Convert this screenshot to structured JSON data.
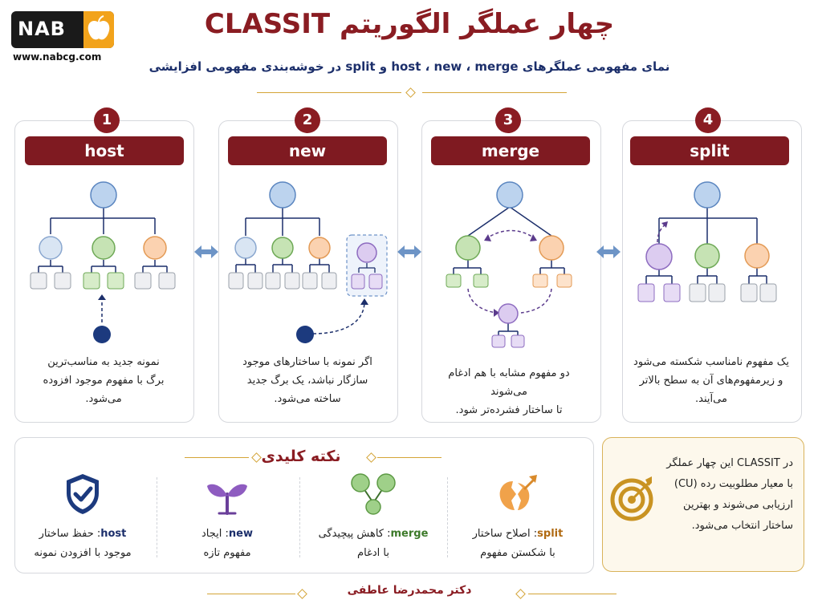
{
  "logo": {
    "text": "NAB",
    "url": "www.nabcg.com"
  },
  "header": {
    "title": "چهار عملگر الگوریتم CLASSIT",
    "subtitle": "نمای مفهومی عملگرهای host ، new ، merge و split در خوشه‌بندی مفهومی افزایشی"
  },
  "panels": [
    {
      "number": "1",
      "name": "host",
      "desc": [
        "نمونه جدید به مناسب‌ترین",
        "برگ با مفهوم موجود افزوده می‌شود."
      ]
    },
    {
      "number": "2",
      "name": "new",
      "desc": [
        "اگر نمونه با ساختارهای موجود",
        "سازگار نباشد، یک برگ جدید",
        "ساخته می‌شود."
      ]
    },
    {
      "number": "3",
      "name": "merge",
      "desc": [
        "دو مفهوم مشابه با هم ادغام می‌شوند",
        "تا ساختار فشرده‌تر شود."
      ]
    },
    {
      "number": "4",
      "name": "split",
      "desc": [
        "یک مفهوم نامناسب شکسته می‌شود",
        "و زیرمفهوم‌های آن به سطح بالاتر",
        "می‌آیند."
      ]
    }
  ],
  "key": {
    "title": "نکته کلیدی",
    "items": [
      {
        "op": "host",
        "rest": ": حفظ ساختار",
        "line2": "موجود با افزودن نمونه",
        "icon": "shield-check-icon"
      },
      {
        "op": "new",
        "rest": ": ایجاد",
        "line2": "مفهوم تازه",
        "icon": "sprout-icon"
      },
      {
        "op": "merge",
        "rest": ": کاهش پیچیدگی",
        "line2": "با ادغام",
        "icon": "merge-nodes-icon"
      },
      {
        "op": "split",
        "rest": ": اصلاح ساختار",
        "line2": "با شکستن مفهوم",
        "icon": "broken-circle-arrow-icon"
      }
    ]
  },
  "note": {
    "lines": [
      "در CLASSIT این چهار عملگر",
      "با معیار مطلوبیت رده (CU)",
      "ارزیابی می‌شوند و بهترین",
      "ساختار انتخاب می‌شود."
    ],
    "icon": "target-icon"
  },
  "footer": {
    "author": "دکتر محمدرضا عاطفی"
  },
  "colors": {
    "maroon": "#8a1c22",
    "navy": "#1c2f6b",
    "gold": "#d4a437",
    "blue_node": "#bcd3ee",
    "green_node": "#c6e3b4",
    "orange_node": "#fbd2b0",
    "purple_node": "#dcccf0"
  }
}
